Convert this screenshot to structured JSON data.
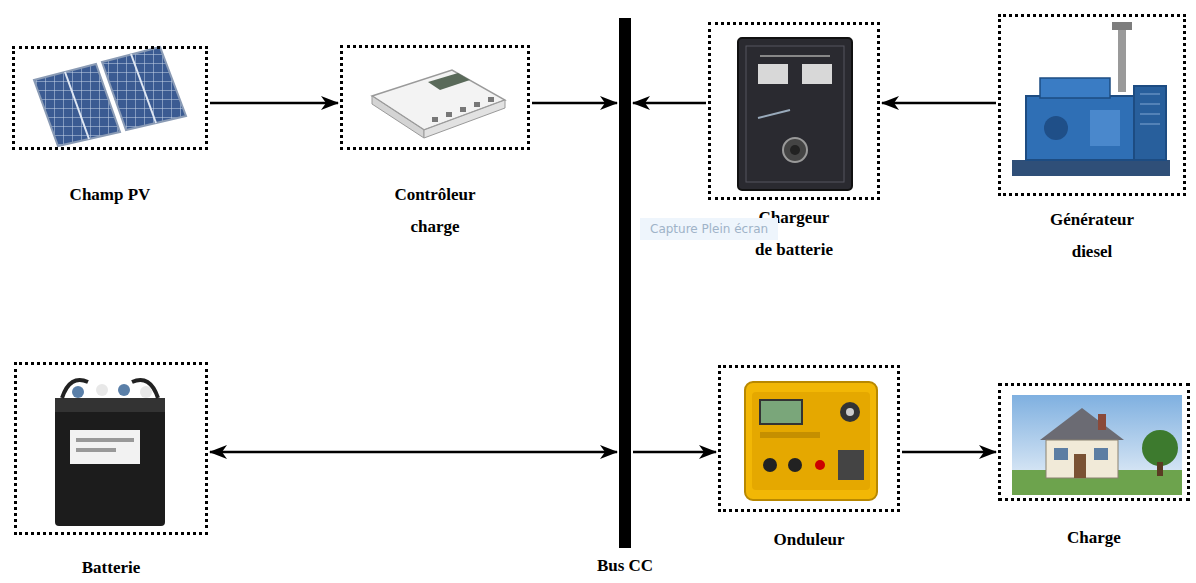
{
  "diagram": {
    "nodes": [
      {
        "text": [
          "Champ PV"
        ]
      },
      {
        "text": [
          "Contrôleur charge"
        ]
      },
      {
        "text": [
          "Bus CC"
        ]
      },
      {
        "text": [
          "Chargeur de batterie"
        ]
      },
      {
        "text": [
          "Générateur diesel"
        ]
      },
      {
        "text": [
          "Batterie"
        ]
      },
      {
        "text": [
          "Onduleur"
        ]
      },
      {
        "text": [
          "Charge"
        ]
      }
    ],
    "edges": [
      {
        "from": 0,
        "to": 1,
        "arrow": "to"
      },
      {
        "from": 1,
        "to": 2,
        "arrow": "to"
      },
      {
        "from": 3,
        "to": 2,
        "arrow": "to"
      },
      {
        "from": 4,
        "to": 3,
        "arrow": "to"
      },
      {
        "from": 5,
        "to": 2,
        "arrow": "both"
      },
      {
        "from": 2,
        "to": 6,
        "arrow": "to"
      },
      {
        "from": 6,
        "to": 7,
        "arrow": "to"
      }
    ],
    "labels": [
      "Capture Plein écran"
    ]
  }
}
